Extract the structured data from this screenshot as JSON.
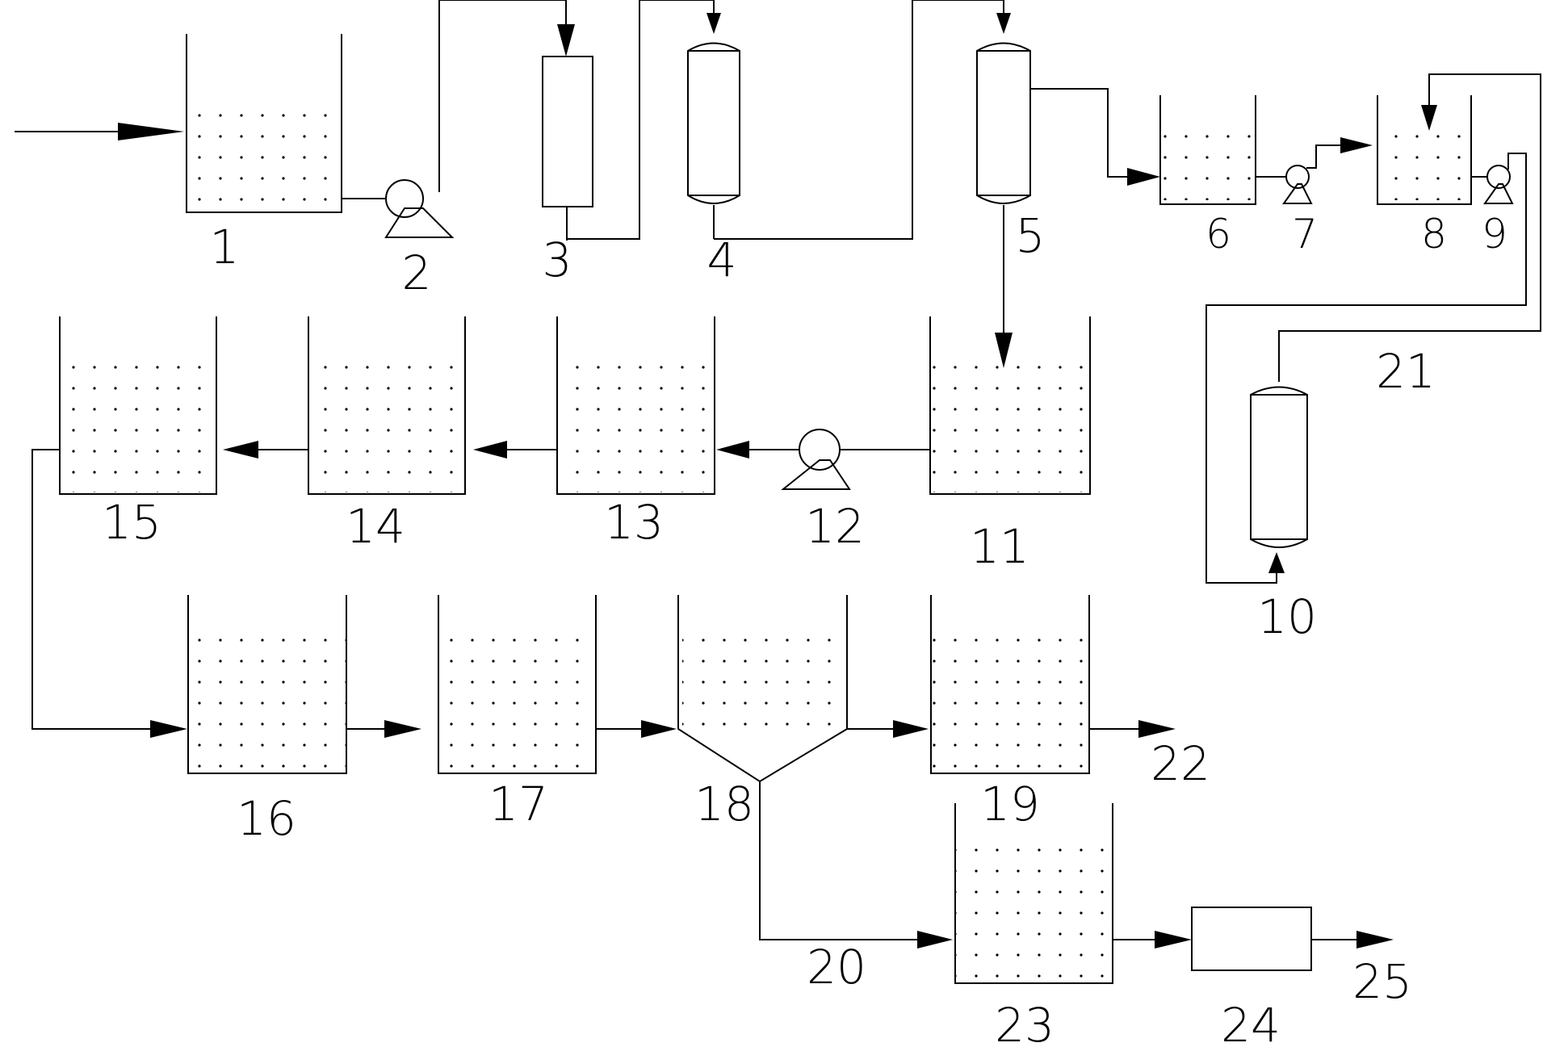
{
  "equipment": [
    {
      "id": "tank-1",
      "label": "1"
    },
    {
      "id": "pump-2",
      "label": "2"
    },
    {
      "id": "column-3",
      "label": "3"
    },
    {
      "id": "vessel-4",
      "label": "4"
    },
    {
      "id": "vessel-5",
      "label": "5"
    },
    {
      "id": "tank-6",
      "label": "6"
    },
    {
      "id": "pump-7",
      "label": "7"
    },
    {
      "id": "tank-8",
      "label": "8"
    },
    {
      "id": "pump-9",
      "label": "9"
    },
    {
      "id": "vessel-10",
      "label": "10"
    },
    {
      "id": "tank-11",
      "label": "11"
    },
    {
      "id": "pump-12",
      "label": "12"
    },
    {
      "id": "tank-13",
      "label": "13"
    },
    {
      "id": "tank-14",
      "label": "14"
    },
    {
      "id": "tank-15",
      "label": "15"
    },
    {
      "id": "tank-16",
      "label": "16"
    },
    {
      "id": "tank-17",
      "label": "17"
    },
    {
      "id": "settler-18",
      "label": "18"
    },
    {
      "id": "tank-19",
      "label": "19"
    },
    {
      "id": "stream-20",
      "label": "20"
    },
    {
      "id": "stream-21",
      "label": "21"
    },
    {
      "id": "outlet-22",
      "label": "22"
    },
    {
      "id": "tank-23",
      "label": "23"
    },
    {
      "id": "unit-24",
      "label": "24"
    },
    {
      "id": "outlet-25",
      "label": "25"
    }
  ]
}
